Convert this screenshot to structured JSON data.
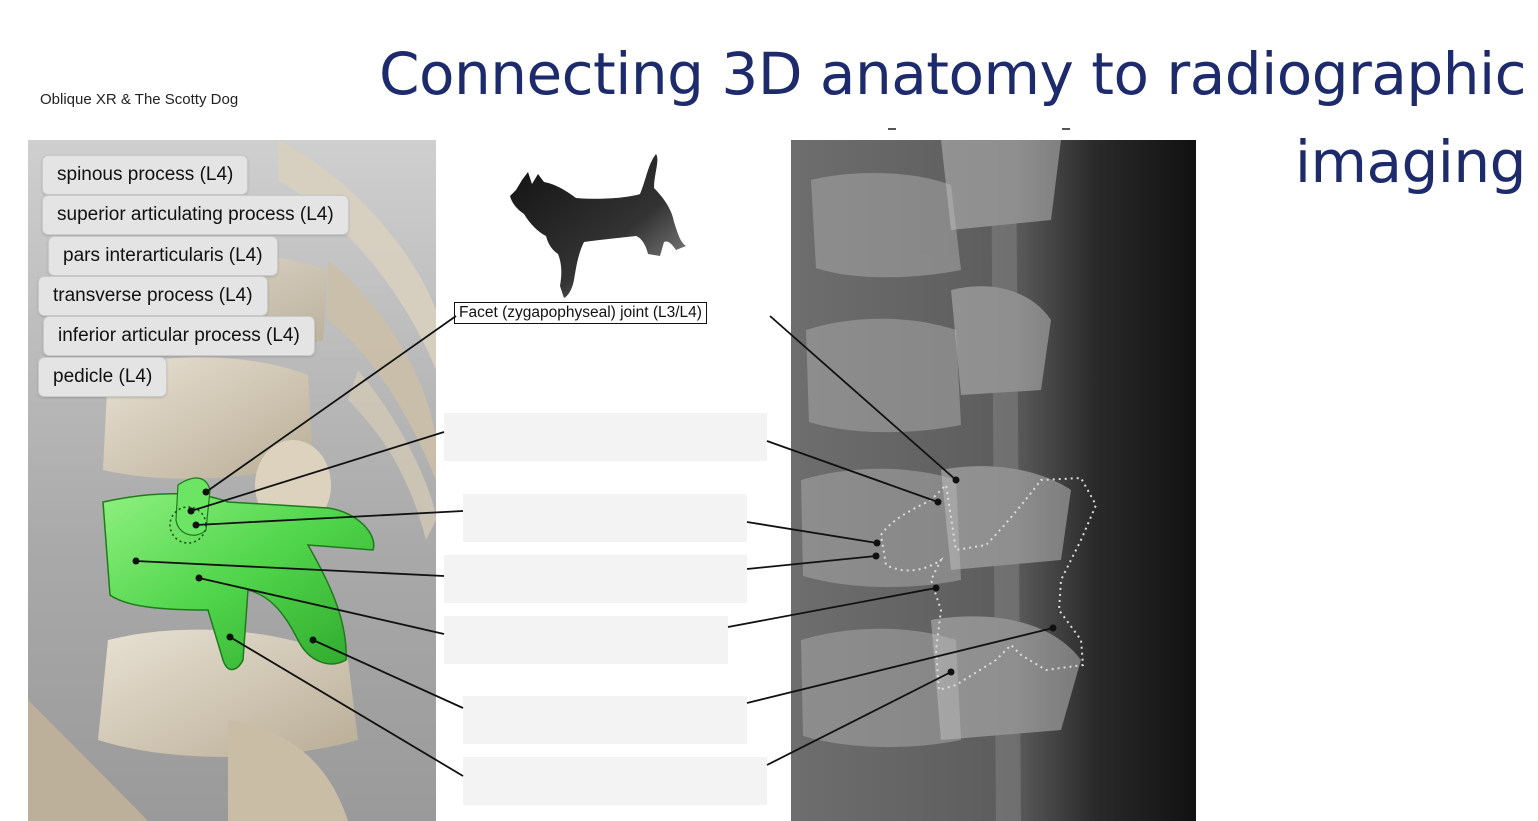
{
  "title": "Connecting 3D anatomy to radiographic imaging",
  "subtitle": "Oblique XR & The Scotty Dog",
  "facet_label": "Facet (zygapophyseal) joint (L3/L4)",
  "labels": [
    "spinous process (L4)",
    "superior articulating process (L4)",
    "pars interarticularis (L4)",
    "transverse process (L4)",
    "inferior articular process (L4)",
    "pedicle (L4)"
  ],
  "answer_boxes": [
    {
      "id": "box-1",
      "value": ""
    },
    {
      "id": "box-2",
      "value": ""
    },
    {
      "id": "box-3",
      "value": ""
    },
    {
      "id": "box-4",
      "value": ""
    },
    {
      "id": "box-5",
      "value": ""
    },
    {
      "id": "box-6",
      "value": ""
    }
  ],
  "colors": {
    "title": "#1d2a6b",
    "highlight_vertebra": "#5ee05a",
    "chip_background": "#e4e4e4",
    "answer_box": "#f3f3f3"
  },
  "icons": {
    "dog": "scottish-terrier-silhouette-icon"
  }
}
